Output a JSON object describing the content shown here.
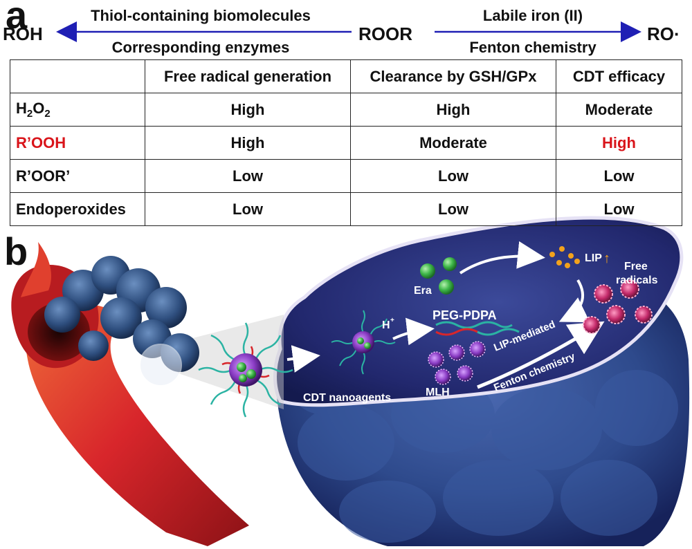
{
  "panel_a": {
    "label": "a",
    "left_product": "ROH",
    "center_reactant": "ROOR",
    "right_product": "RO·",
    "left_arrow_top": "Thiol-containing biomolecules",
    "left_arrow_bottom": "Corresponding enzymes",
    "right_arrow_top": "Labile iron (II)",
    "right_arrow_bottom": "Fenton chemistry",
    "arrow_color": "#1f1fb4",
    "table": {
      "headers": [
        "",
        "Free radical generation",
        "Clearance by GSH/GPx",
        "CDT efficacy"
      ],
      "rows": [
        {
          "name_main": "H",
          "name_sub1": "2",
          "name_mid": "O",
          "name_sub2": "2",
          "cells": [
            "High",
            "High",
            "Moderate"
          ]
        },
        {
          "name": "R’OOH",
          "cells": [
            "High",
            "Moderate",
            "High"
          ],
          "highlight_color": "#d9141a"
        },
        {
          "name": "R’OOR’",
          "cells": [
            "Low",
            "Low",
            "Low"
          ]
        },
        {
          "name": "Endoperoxides",
          "cells": [
            "Low",
            "Low",
            "Low"
          ]
        }
      ]
    }
  },
  "panel_b": {
    "label": "b",
    "labels": {
      "era": "Era",
      "lip": "LIP",
      "lip_arrow": "↑",
      "free_radicals_1": "Free",
      "free_radicals_2": "radicals",
      "h_plus": "H",
      "h_plus_sup": "+",
      "peg_pdpa": "PEG-PDPA",
      "lip_mediated": "LIP-mediated",
      "fenton_chemistry": "Fenton chemistry",
      "mlh": "MLH",
      "cdt_nanoagents": "CDT nanoagents"
    },
    "colors": {
      "tumor_blue": "#2e4a8c",
      "tumor_dark": "#1b2a66",
      "vessel_red": "#d8262b",
      "nanoparticle_green": "#3fb84a",
      "radical_pink": "#c42a6a",
      "iron_orange": "#f2a21c",
      "peg_teal": "#2bb3a3"
    }
  }
}
